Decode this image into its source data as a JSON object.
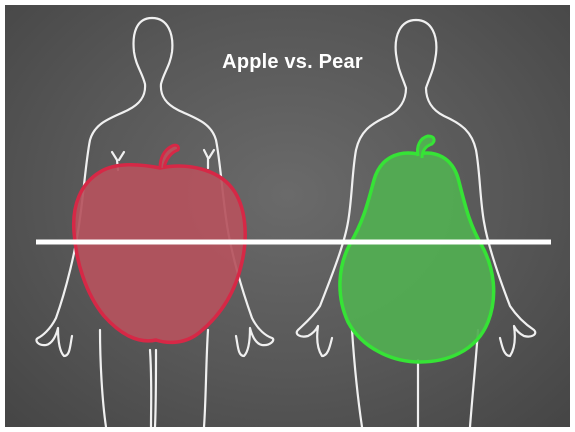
{
  "title": "Apple vs. Pear",
  "colors": {
    "background": "#5a5a5a",
    "outline": "#f0f0f0",
    "apple_fill": "#b5525d",
    "apple_stroke": "#d62846",
    "pear_fill": "#52ad52",
    "pear_stroke": "#36e336",
    "waist_line": "#ffffff"
  },
  "figures": [
    {
      "name": "apple-body-shape",
      "icon": "apple-icon"
    },
    {
      "name": "pear-body-shape",
      "icon": "pear-icon"
    }
  ]
}
